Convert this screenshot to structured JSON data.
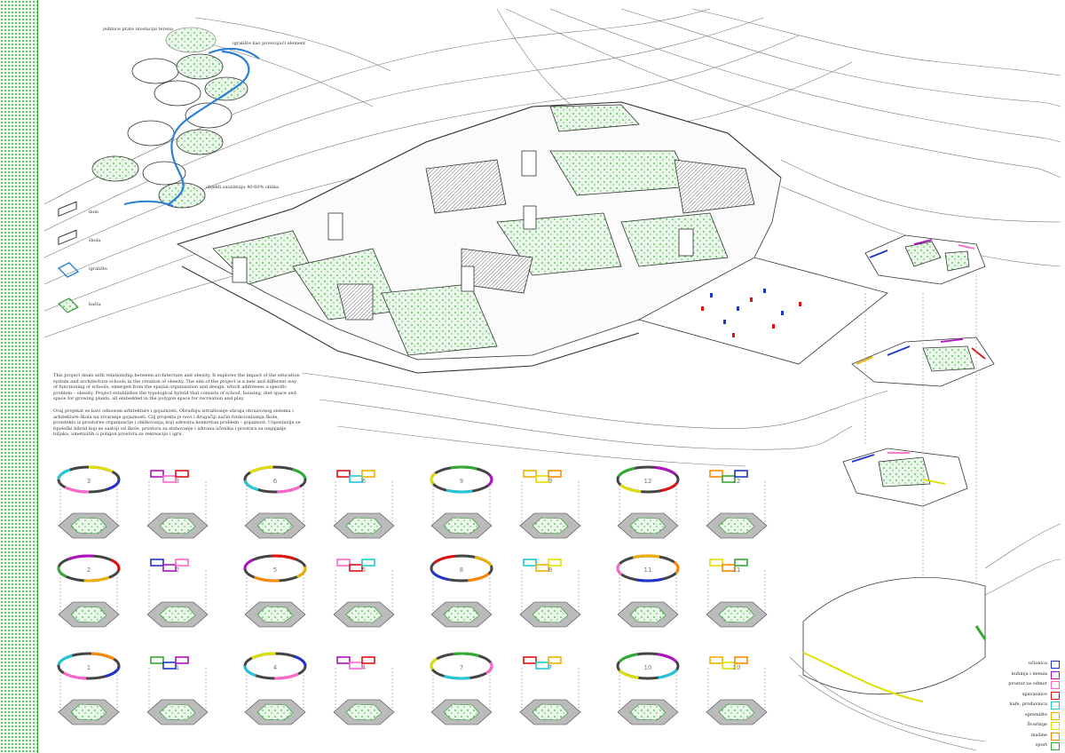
{
  "annotations": {
    "top_left": "jedinice prate nivelaciju terena",
    "playground": "igralište kao povezujući element",
    "objects": "objekti zauzimaju 40-60% oblika"
  },
  "left_legend": [
    {
      "label": "dom",
      "kind": "box"
    },
    {
      "label": "škola",
      "kind": "box"
    },
    {
      "label": "igralište",
      "kind": "blue-outline"
    },
    {
      "label": "bašta",
      "kind": "green-fill"
    }
  ],
  "description_en": "This project deals with relationship between architecture and obesity. It explores the impact of the education system and architecture schools in the creation of obesity. The aim of the project is a new and different way of functioning of schools, emerged from the spatial organization and design, which addresses a specific problem – obesity. Project establishes the typological hybrid that consists of school, housing, diet space and space for growing plants, all embedded in the polygon space for recreation and play.",
  "description_sr": "Ovaj projekat se bavi odnosom arhitekture i gojaznosti. Obrađuju istraživanje uticaja obrazovnog sistema i arhitekture škola na stvaranje gojaznosti. Cilj projekta je novi i drugačiji način funkcionisanja škole, proisteklo iz prostorne organizacije i oblikovanja, koji adresira konkretan problem – gojaznost. Uspostavlja se tipološki hibrid koji se sastoji od škole, prostora za stanovanje i ishranu učenika i prostora za uzgajanje biljaka, umetnutih u poligon prostora za rekreaciju i igru.",
  "units": [
    {
      "num": "3"
    },
    {
      "num": "3"
    },
    {
      "num": "6"
    },
    {
      "num": "6"
    },
    {
      "num": "9"
    },
    {
      "num": "9"
    },
    {
      "num": "12"
    },
    {
      "num": "12"
    },
    {
      "num": "2"
    },
    {
      "num": "2"
    },
    {
      "num": "5"
    },
    {
      "num": "5"
    },
    {
      "num": "8"
    },
    {
      "num": "8"
    },
    {
      "num": "11"
    },
    {
      "num": "11"
    },
    {
      "num": "1"
    },
    {
      "num": "1"
    },
    {
      "num": "4"
    },
    {
      "num": "4"
    },
    {
      "num": "7"
    },
    {
      "num": "7"
    },
    {
      "num": "10"
    },
    {
      "num": "10"
    }
  ],
  "program_legend": [
    {
      "label": "učionica",
      "color": "#2233cc"
    },
    {
      "label": "kuhinja i menza",
      "color": "#b010c0"
    },
    {
      "label": "prostor za odmor",
      "color": "#ff66cc"
    },
    {
      "label": "spavaonice",
      "color": "#e01010"
    },
    {
      "label": "kafe, prodavnica",
      "color": "#20c8d8"
    },
    {
      "label": "spremište",
      "color": "#f0b000"
    },
    {
      "label": "Švoringe",
      "color": "#e0e000"
    },
    {
      "label": "mašine",
      "color": "#ff8800"
    },
    {
      "label": "sport",
      "color": "#33aa33"
    }
  ],
  "colors": {
    "grass": "#3cb83c",
    "water": "#2a7fd4",
    "line": "#555555"
  }
}
